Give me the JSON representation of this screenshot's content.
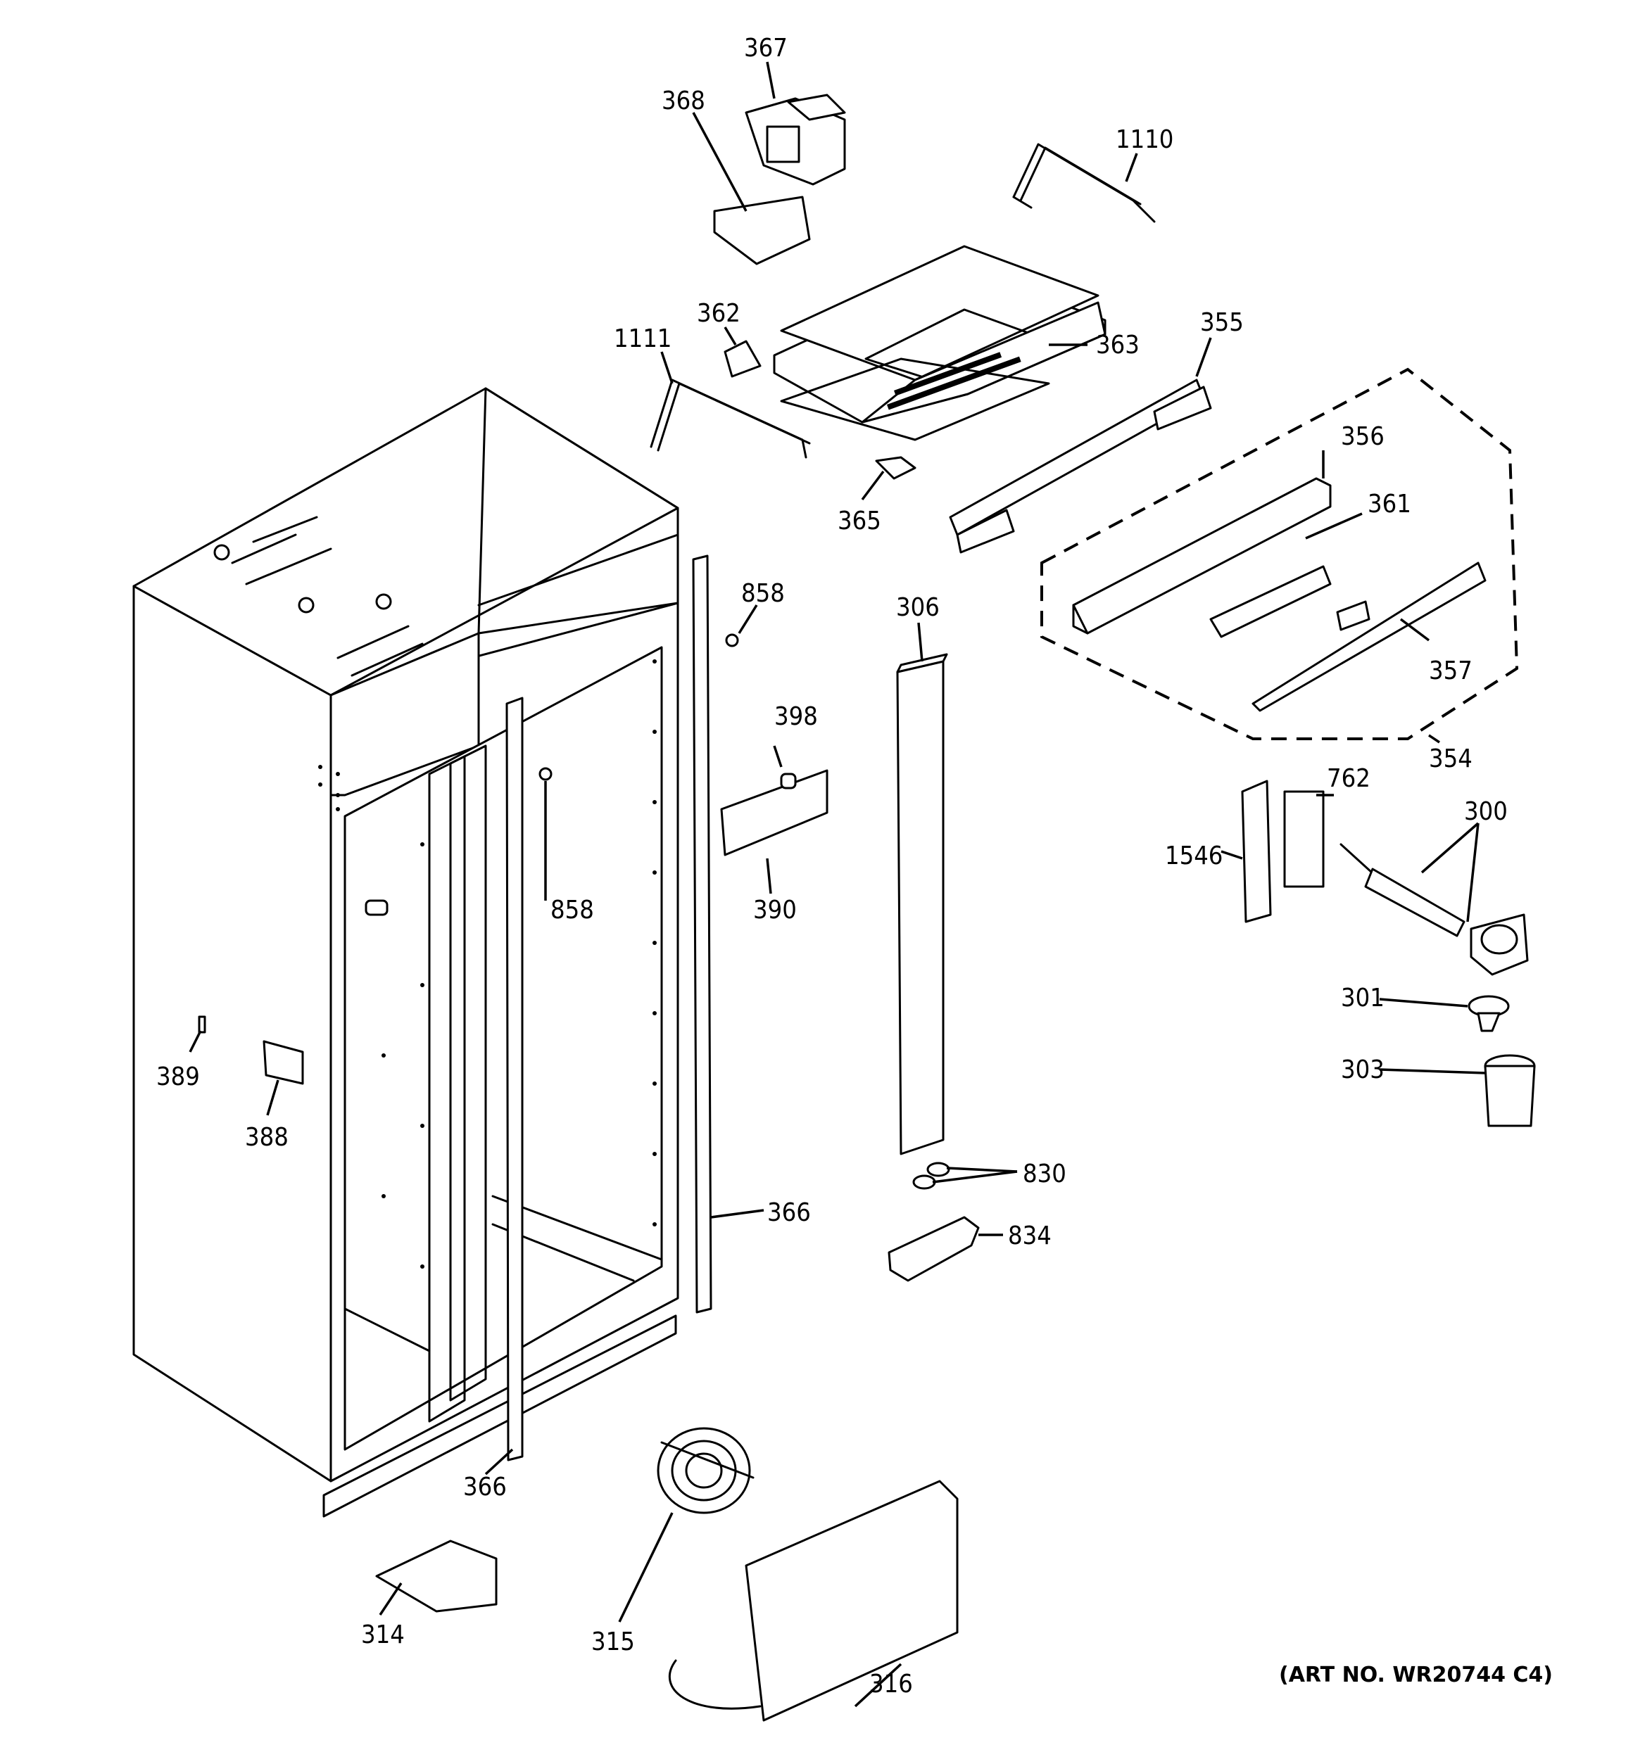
{
  "labels": {
    "p367": "367",
    "p368": "368",
    "p1110": "1110",
    "p362": "362",
    "p363": "363",
    "p1111": "1111",
    "p355": "355",
    "p356": "356",
    "p361": "361",
    "p365": "365",
    "p306": "306",
    "p858a": "858",
    "p858b": "858",
    "p398": "398",
    "p390": "390",
    "p357": "357",
    "p354": "354",
    "p762": "762",
    "p300": "300",
    "p1546": "1546",
    "p301": "301",
    "p303": "303",
    "p389": "389",
    "p388": "388",
    "p830": "830",
    "p366a": "366",
    "p834": "834",
    "p366b": "366",
    "p314": "314",
    "p315": "315",
    "p316": "316"
  },
  "art_number": "(ART NO. WR20744 C4)"
}
